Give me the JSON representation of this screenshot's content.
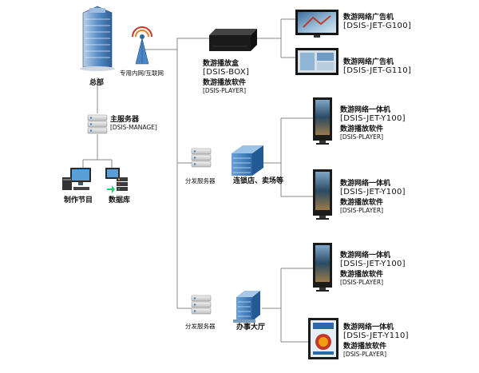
{
  "hq": {
    "label": "总部"
  },
  "network": {
    "label": "专用内网/互联网"
  },
  "main_server": {
    "name": "主服务器",
    "code": "[DSIS-MANAGE]"
  },
  "production": {
    "label": "制作节目"
  },
  "database": {
    "label": "数据库"
  },
  "box": {
    "name": "数游播放盒",
    "code": "[DSIS-BOX]",
    "software": "数游播放软件",
    "software_code": "[DSIS-PLAYER]"
  },
  "ad_g100": {
    "name": "数游网络广告机",
    "code": "[DSIS-JET-G100]"
  },
  "ad_g110": {
    "name": "数游网络广告机",
    "code": "[DSIS-JET-G110]"
  },
  "dist_1": {
    "label": "分发服务器"
  },
  "chain": {
    "label": "连锁店、卖场等"
  },
  "kiosk_1": {
    "name": "数游网络一体机",
    "code": "[DSIS-JET-Y100]",
    "software": "数游播放软件",
    "software_code": "[DSIS-PLAYER]"
  },
  "kiosk_2": {
    "name": "数游网络一体机",
    "code": "[DSIS-JET-Y100]",
    "software": "数游播放软件",
    "software_code": "[DSIS-PLAYER]"
  },
  "dist_2": {
    "label": "分发服务器"
  },
  "hall": {
    "label": "办事大厅"
  },
  "kiosk_3": {
    "name": "数游网络一体机",
    "code": "[DSIS-JET-Y100]",
    "software": "数游播放软件",
    "software_code": "[DSIS-PLAYER]"
  },
  "kiosk_4": {
    "name": "数游网络一体机",
    "code": "[DSIS-JET-Y110]",
    "software": "数游播放软件",
    "software_code": "[DSIS-PLAYER]"
  },
  "colors": {
    "line": "#8a8a8a",
    "screen_dark": "#1d2733",
    "building_blue": "#3f7fc4"
  }
}
